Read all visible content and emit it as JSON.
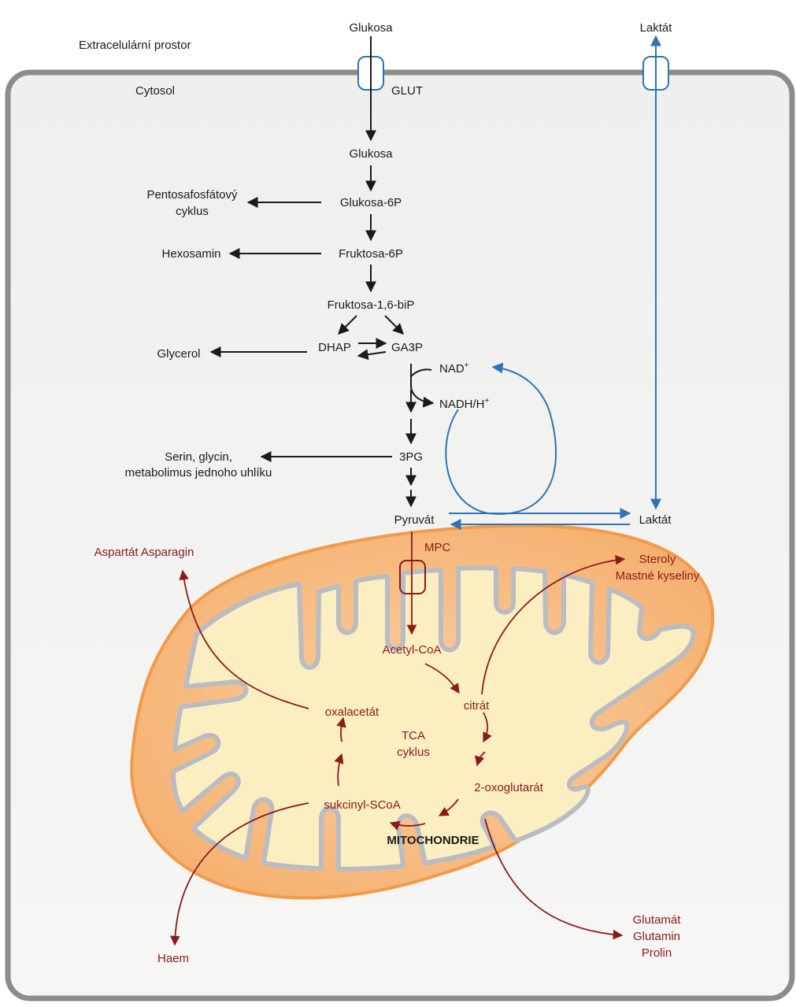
{
  "regions": {
    "extracellular": "Extracelulární prostor",
    "cytosol": "Cytosol",
    "mitochondrion": "MITOCHONDRIE"
  },
  "transporters": {
    "glut": "GLUT",
    "mpc": "MPC"
  },
  "glycolysis": {
    "glucose_out": "Glukosa",
    "glucose_in": "Glukosa",
    "g6p": "Glukosa-6P",
    "f6p": "Fruktosa-6P",
    "f16bp": "Fruktosa-1,6-biP",
    "dhap": "DHAP",
    "ga3p": "GA3P",
    "pg3": "3PG",
    "pyruvate": "Pyruvát"
  },
  "cofactors": {
    "nad": "NAD",
    "nad_sup": "+",
    "nadh": "NADH/H",
    "nadh_sup": "+"
  },
  "lactate": {
    "outside": "Laktát",
    "inside": "Laktát"
  },
  "side_pathways": {
    "ppp_line1": "Pentosafosfátový",
    "ppp_line2": "cyklus",
    "hexosamine": "Hexosamin",
    "glycerol": "Glycerol",
    "serine_line1": "Serin, glycin,",
    "serine_line2": "metabolimus jednoho uhlíku"
  },
  "tca": {
    "acetyl_coa": "Acetyl-CoA",
    "citrate": "citrát",
    "oxaloacetate": "oxalacetát",
    "center_line1": "TCA",
    "center_line2": "cyklus",
    "oxoglutarate": "2-oxoglutarát",
    "succinyl": "sukcinyl-SCoA"
  },
  "outputs": {
    "aspartate": "Aspartát Asparagin",
    "sterols_line1": "Steroly",
    "sterols_line2": "Mastné kyseliny",
    "haem": "Haem",
    "glutamate": "Glutamát",
    "glutamine": "Glutamin",
    "proline": "Prolin"
  },
  "colors": {
    "cell_border": "#8c8c8c",
    "cytosol_fill": "#f2f2f0",
    "glycolysis_arrow": "#1a1a1a",
    "lactate_arrow": "#2f74b5",
    "mito_outer": "#f4a15a",
    "mito_outer_fill": "#f7c08e",
    "mito_matrix": "#fdf2c4",
    "mito_membrane": "#b9bcc2",
    "mito_text": "#8b1a1a"
  }
}
